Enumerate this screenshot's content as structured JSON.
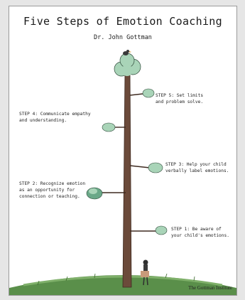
{
  "title": "Five Steps of Emotion Coaching",
  "author": "Dr. John Gottman",
  "steps": [
    {
      "text": "STEP 1: Be aware of\nyour child's emotions."
    },
    {
      "text": "STEP 2: Recognize emotion\nas an opportunity for\nconnection or teaching."
    },
    {
      "text": "STEP 3: Help your child\nverbally label emotions."
    },
    {
      "text": "STEP 4: Communicate empathy\nand understanding."
    },
    {
      "text": "STEP 5: Set limits\nand problem solve."
    }
  ],
  "credit": "The Gottman Institute",
  "colors": {
    "trunk": "#6b4a3a",
    "leaf_light": "#a9d4b8",
    "leaf_dark": "#6aa888",
    "grass": "#5a8f4a",
    "grass_light": "#7fb06a"
  }
}
